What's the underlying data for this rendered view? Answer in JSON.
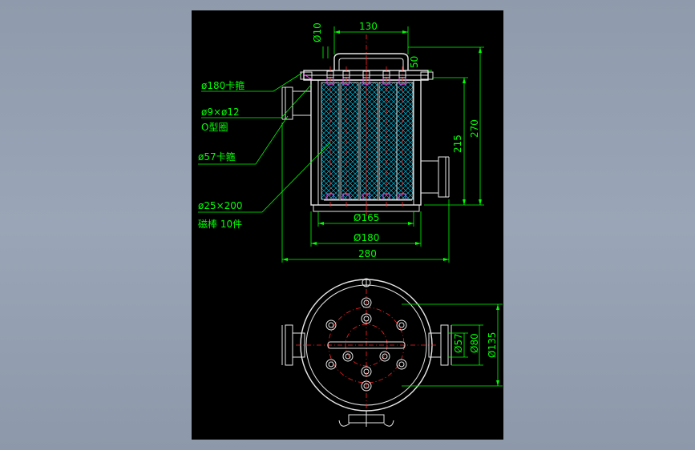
{
  "colors": {
    "background": "#97a3b4",
    "sheet": "#000000",
    "outline": "#e8e8e8",
    "dimension": "#00ff00",
    "centerline": "#ff2020",
    "highlight": "#ff40ff",
    "mesh": "#00d8ff"
  },
  "dims": {
    "d10": "Ø10",
    "w130": "130",
    "h50": "50",
    "h270": "270",
    "h215": "215",
    "d165": "Ø165",
    "d180": "Ø180",
    "w280": "280",
    "d57": "Ø57",
    "d80": "Ø80",
    "d135": "Ø135"
  },
  "notes": {
    "clamp180": "ø180卡箍",
    "oring_size": "ø9×ø12",
    "oring_name": "O型圈",
    "clamp57": "ø57卡箍",
    "rod_size": "ø25×200",
    "rod_name": "磁棒 10件"
  }
}
